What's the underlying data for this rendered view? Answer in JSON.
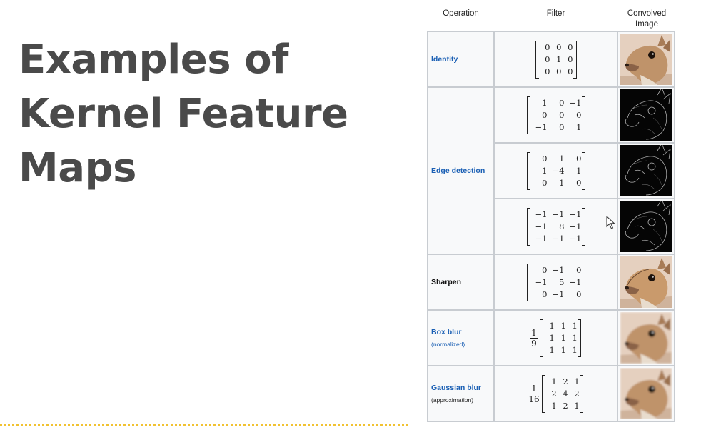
{
  "slide": {
    "title": "Examples of Kernel Feature Maps"
  },
  "table": {
    "headers": {
      "operation": "Operation",
      "filter": "Filter",
      "image": "Convolved Image"
    },
    "rows": [
      {
        "operation": "Identity",
        "note": "",
        "prefix": null,
        "matrix": [
          [
            "0",
            "0",
            "0"
          ],
          [
            "0",
            "1",
            "0"
          ],
          [
            "0",
            "0",
            "0"
          ]
        ],
        "image": "deer-original"
      },
      {
        "operation": "Edge detection",
        "note": "",
        "prefix": null,
        "matrix": [
          [
            "1",
            "0",
            "−1"
          ],
          [
            "0",
            "0",
            "0"
          ],
          [
            "−1",
            "0",
            "1"
          ]
        ],
        "image": "deer-edges-1"
      },
      {
        "operation": "",
        "note": "",
        "prefix": null,
        "matrix": [
          [
            "0",
            "1",
            "0"
          ],
          [
            "1",
            "−4",
            "1"
          ],
          [
            "0",
            "1",
            "0"
          ]
        ],
        "image": "deer-edges-2"
      },
      {
        "operation": "",
        "note": "",
        "prefix": null,
        "matrix": [
          [
            "−1",
            "−1",
            "−1"
          ],
          [
            "−1",
            "8",
            "−1"
          ],
          [
            "−1",
            "−1",
            "−1"
          ]
        ],
        "image": "deer-edges-3"
      },
      {
        "operation": "Sharpen",
        "note": "",
        "prefix": null,
        "matrix": [
          [
            "0",
            "−1",
            "0"
          ],
          [
            "−1",
            "5",
            "−1"
          ],
          [
            "0",
            "−1",
            "0"
          ]
        ],
        "image": "deer-sharpened"
      },
      {
        "operation": "Box blur",
        "note": "(normalized)",
        "prefix": {
          "num": "1",
          "den": "9"
        },
        "matrix": [
          [
            "1",
            "1",
            "1"
          ],
          [
            "1",
            "1",
            "1"
          ],
          [
            "1",
            "1",
            "1"
          ]
        ],
        "image": "deer-box-blur"
      },
      {
        "operation": "Gaussian blur",
        "note": "(approximation)",
        "prefix": {
          "num": "1",
          "den": "16"
        },
        "matrix": [
          [
            "1",
            "2",
            "1"
          ],
          [
            "2",
            "4",
            "2"
          ],
          [
            "1",
            "2",
            "1"
          ]
        ],
        "image": "deer-gaussian-blur"
      }
    ]
  },
  "icons": {
    "cursor": "mouse-pointer-icon"
  },
  "colors": {
    "title": "#4a4a4a",
    "link": "#1a5fb4",
    "accent_rule": "#f1c232",
    "cell_bg": "#f8f9fa",
    "border": "#c8ccd1"
  }
}
